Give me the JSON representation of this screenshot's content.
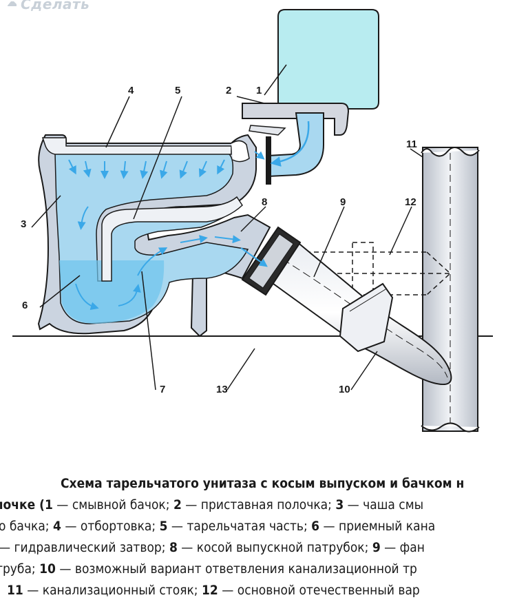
{
  "watermark": "Сделать",
  "labels": [
    "1",
    "2",
    "3",
    "4",
    "5",
    "6",
    "7",
    "8",
    "9",
    "10",
    "11",
    "12",
    "13"
  ],
  "colors": {
    "water": "#a9d8f0",
    "water_light": "#cfeaf8",
    "tank": "#b8ecf0",
    "pipe": "#d8dce4",
    "outline": "#1a1a1a",
    "arrow": "#3aa8e8"
  },
  "caption": {
    "title": "Схема тарельчатого унитаза с косым выпуском и бачком н",
    "line2_a": "лочке (",
    "line2_n1": "1",
    "line2_b": " — смывной бачок; ",
    "line2_n2": "2",
    "line2_c": " — приставная полочка; ",
    "line2_n3": "3",
    "line2_d": " — чаша смы",
    "line3_a": "о бачка; ",
    "line3_n4": "4",
    "line3_b": " — отбортовка; ",
    "line3_n5": "5",
    "line3_c": " — тарельчатая часть; ",
    "line3_n6": "6",
    "line3_d": " — приемный кана",
    "line4_a": "— гидравлический затвор; ",
    "line4_n8": "8",
    "line4_b": " — косой выпускной патрубок; ",
    "line4_n9": "9",
    "line4_c": " — фан",
    "line5_a": " труба; ",
    "line5_n10": "10",
    "line5_b": " — возможный вариант ответвления канализационной тр",
    "line6_n11": "11",
    "line6_a": " — канализационный стояк; ",
    "line6_n12": "12",
    "line6_b": " — основной отечественный вар"
  }
}
